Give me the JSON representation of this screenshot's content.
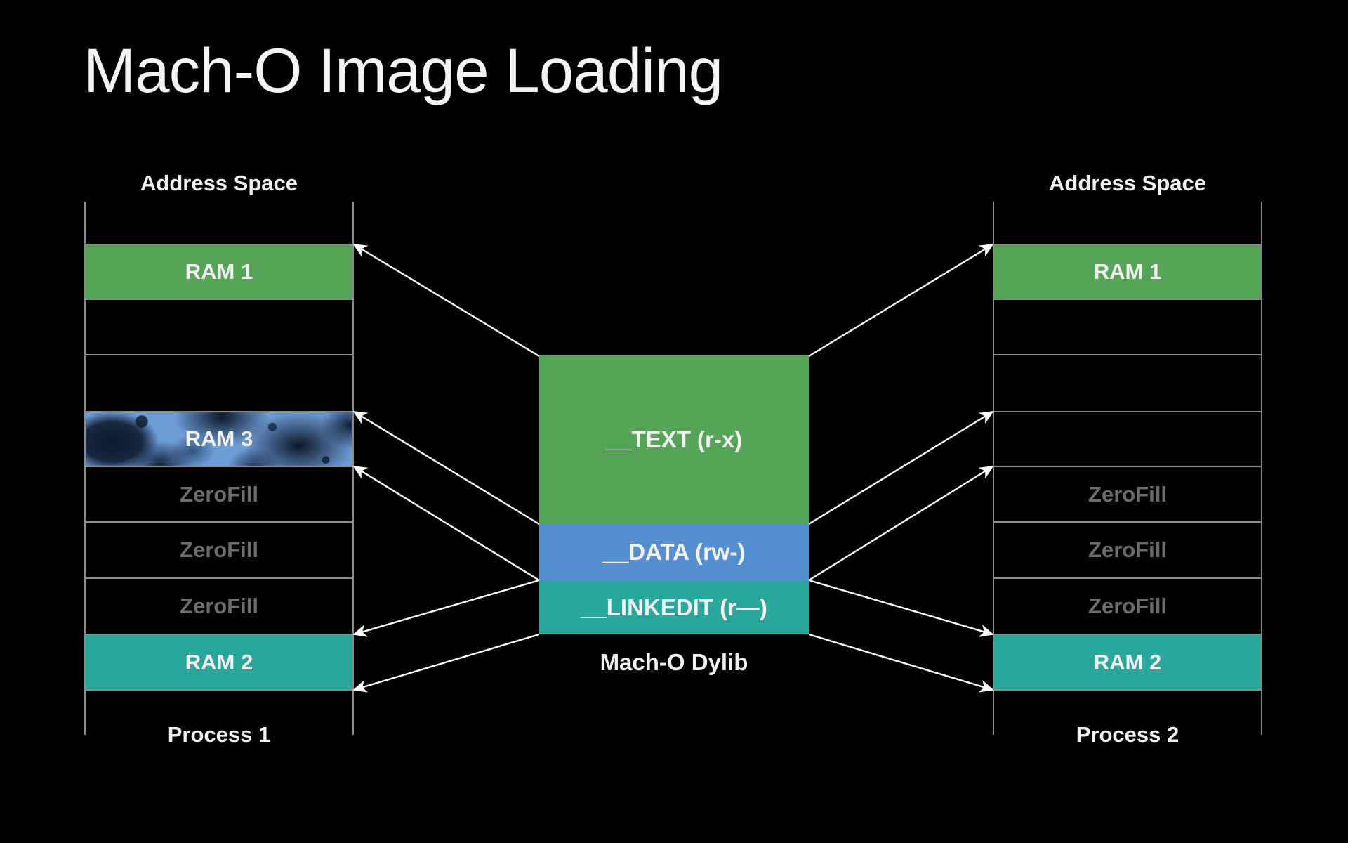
{
  "slide": {
    "title": "Mach-O Image Loading"
  },
  "left_process": {
    "header": "Address Space",
    "footer": "Process 1",
    "rows": [
      {
        "label": ""
      },
      {
        "label": "RAM 1"
      },
      {
        "label": ""
      },
      {
        "label": ""
      },
      {
        "label": "RAM 3"
      },
      {
        "label": "ZeroFill"
      },
      {
        "label": "ZeroFill"
      },
      {
        "label": "ZeroFill"
      },
      {
        "label": "RAM 2"
      },
      {
        "label": ""
      }
    ]
  },
  "right_process": {
    "header": "Address Space",
    "footer": "Process 2",
    "rows": [
      {
        "label": ""
      },
      {
        "label": "RAM 1"
      },
      {
        "label": ""
      },
      {
        "label": ""
      },
      {
        "label": ""
      },
      {
        "label": "ZeroFill"
      },
      {
        "label": "ZeroFill"
      },
      {
        "label": "ZeroFill"
      },
      {
        "label": "RAM 2"
      },
      {
        "label": ""
      }
    ]
  },
  "dylib": {
    "caption": "Mach-O Dylib",
    "segments": [
      {
        "label": "__TEXT (r-x)"
      },
      {
        "label": "__DATA (rw-)"
      },
      {
        "label": "__LINKEDIT (r—)"
      }
    ]
  },
  "colors": {
    "background": "#000000",
    "title_text": "#f4f4f4",
    "label_text": "#f2f2f2",
    "zerofill_text": "#6d6d6d",
    "grid_line": "#8a8a8a",
    "segment_green": "#56a457",
    "segment_blue": "#568fcf",
    "segment_teal": "#28a79a",
    "ram3_base_blue": "#6e9cd6",
    "arrow": "#ffffff"
  }
}
